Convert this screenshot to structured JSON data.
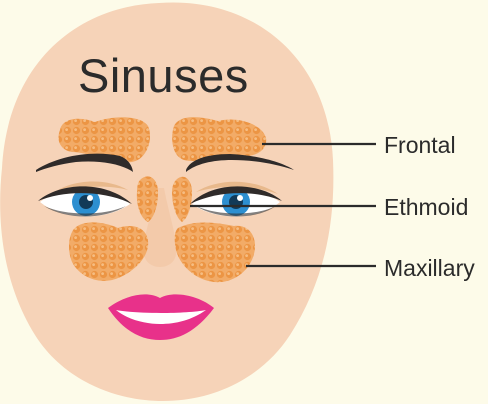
{
  "diagram": {
    "title": "Sinuses",
    "labels": {
      "frontal": "Frontal",
      "ethmoid": "Ethmoid",
      "maxillary": "Maxillary"
    }
  },
  "colors": {
    "background": "#fdfbe9",
    "face": "#f6d3b8",
    "sinus": "#f0a057",
    "sinus_dot": "#e68a3c",
    "eyebrow": "#2f2b2a",
    "iris": "#2d8fd0",
    "lips": "#e8318a",
    "leader_line": "#2b2b2b"
  }
}
